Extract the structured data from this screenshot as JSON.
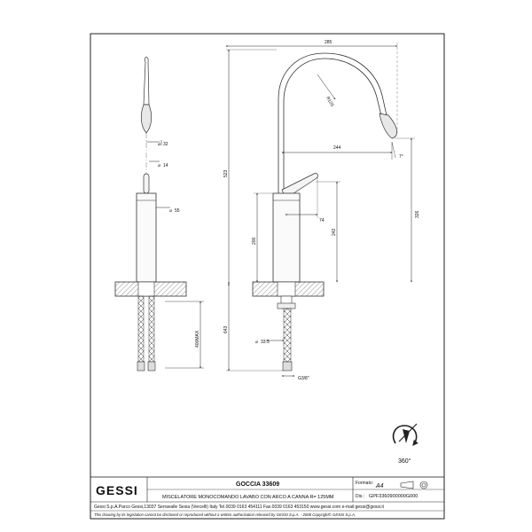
{
  "drawing": {
    "side_dims": {
      "d32": "32",
      "d14": "14",
      "d55": "55",
      "d400": "400MAX"
    },
    "main_dims": {
      "w285": "285",
      "r125": "R125",
      "w244": "244",
      "a7": "7°",
      "h523": "523",
      "h326": "326",
      "w74": "74",
      "h242": "242",
      "h200": "200",
      "h643": "643",
      "d33": "33.5",
      "thread": "G3/8\""
    },
    "rotation_label": "360°"
  },
  "title_block": {
    "logo": "GESSI",
    "product_name": "GOCCIA 33609",
    "description": "MISCELATORE MONOCOMANDO LAVABO CON ARCO A CANNA R= 125MM",
    "formato_label": "Formato:",
    "formato_value": "A4",
    "dis_label": "Dis.:",
    "dis_value": "GPF3360900000G000",
    "address": "Gessi S.p.A.Parco Gessi,13037 Serravalle Sesia (Vercelli) Italy Tel.0039 0163 454111 Fax.0039 0163 453150 www.gessi.com e-mail:gessi@gessi.it",
    "copyright": "This drawing by its legislation cannot be disclosed or reproduced without a written authorization released by GESSI S.p.A. - 2008 Copyright© GESSI S.p.A."
  }
}
